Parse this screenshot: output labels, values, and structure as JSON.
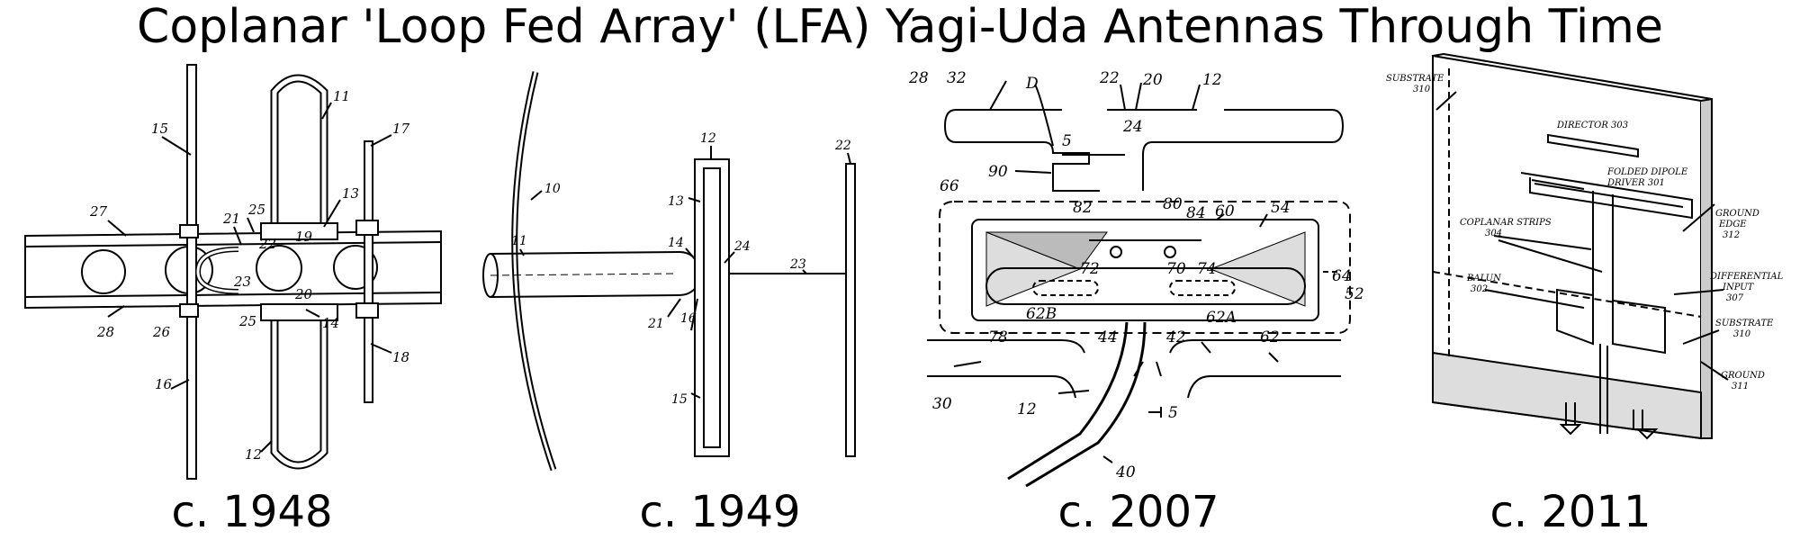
{
  "title": "Coplanar 'Loop Fed Array' (LFA) Yagi-Uda Antennas Through Time",
  "panels": [
    {
      "caption": "c. 1948",
      "labels": [
        "15",
        "11",
        "17",
        "13",
        "27",
        "21",
        "25",
        "22",
        "19",
        "26",
        "23",
        "20",
        "28",
        "25",
        "14",
        "16",
        "18",
        "12"
      ]
    },
    {
      "caption": "c. 1949",
      "labels": [
        "10",
        "12",
        "22",
        "13",
        "11",
        "14",
        "24",
        "23",
        "21",
        "16",
        "15"
      ]
    },
    {
      "caption": "c. 2007",
      "labels": [
        "28",
        "32",
        "22",
        "20",
        "12",
        "D",
        "24",
        "5",
        "90",
        "66",
        "60",
        "54",
        "82",
        "80",
        "84",
        "72",
        "70",
        "74",
        "64",
        "52",
        "62B",
        "44",
        "42",
        "62A",
        "62",
        "78",
        "30",
        "12",
        "5",
        "40"
      ]
    },
    {
      "caption": "c. 2011",
      "labels": [
        "SUBSTRATE",
        "310",
        "DIRECTOR 303",
        "FOLDED DIPOLE",
        "DRIVER 301",
        "COPLANAR STRIPS",
        "304",
        "GROUND",
        "EDGE",
        "312",
        "BALUN",
        "302",
        "DIFFERENTIAL",
        "INPUT",
        "307",
        "SUBSTRATE",
        "310",
        "GROUND",
        "311"
      ]
    }
  ]
}
